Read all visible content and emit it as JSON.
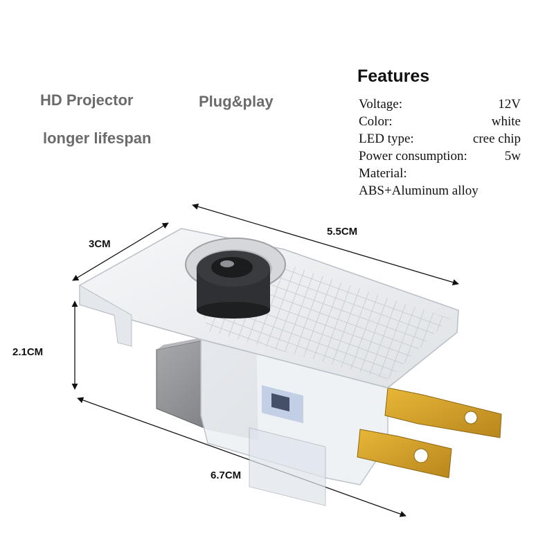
{
  "taglines": {
    "hd_projector": "HD Projector",
    "plug_play": "Plug&play",
    "lifespan": "longer lifespan"
  },
  "features": {
    "title": "Features",
    "specs": [
      {
        "key": "Voltage:",
        "value": "12V"
      },
      {
        "key": "Color:",
        "value": "white"
      },
      {
        "key": "LED type:",
        "value": "cree chip"
      },
      {
        "key": "Power consumption:",
        "value": "5w"
      },
      {
        "key": "Material:",
        "value": ""
      },
      {
        "key": "ABS+Aluminum alloy",
        "value": ""
      }
    ]
  },
  "dimensions": {
    "width": "3CM",
    "length": "5.5CM",
    "height": "2.1CM",
    "total_length": "6.7CM"
  },
  "colors": {
    "housing": "#eef0f3",
    "metal_body": "#8e9093",
    "terminal": "#d4a126",
    "lens_ring": "#c9c9cc",
    "lens_core": "#2b2b2e"
  }
}
